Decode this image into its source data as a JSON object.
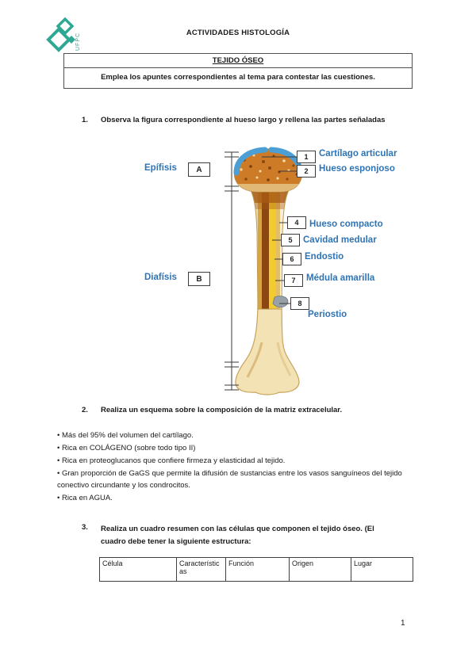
{
  "page": {
    "header_title": "ACTIVIDADES HISTOLOGÍA",
    "logo_text": "UFPC",
    "page_number": "1",
    "accent_blue": "#2E74B5",
    "logo_green": "#2EA893"
  },
  "intro_box": {
    "title": "TEJIDO ÓSEO",
    "instruction": "Emplea los apuntes correspondientes al tema para contestar las cuestiones."
  },
  "q1": {
    "number": "1.",
    "text": "Observa la figura correspondiente al hueso largo y rellena las partes señaladas"
  },
  "figure": {
    "left_labels": [
      {
        "label": "Epífisis",
        "box": "A"
      },
      {
        "label": "Diafísis",
        "box": "B"
      }
    ],
    "right_labels": [
      {
        "num": "1",
        "label": "Cartílago articular"
      },
      {
        "num": "2",
        "label": "Hueso esponjoso"
      },
      {
        "num": "4",
        "label": "Hueso compacto"
      },
      {
        "num": "5",
        "label": "Cavidad medular"
      },
      {
        "num": "6",
        "label": "Endostio"
      },
      {
        "num": "7",
        "label": "Médula amarilla"
      },
      {
        "num": "8",
        "label": "Periostio"
      }
    ],
    "colors": {
      "cartilage_blue": "#4C9FD4",
      "spongy_orange": "#CE7B28",
      "bone_tan": "#F2E2B4",
      "marrow_dark": "#8C4710",
      "medulla_yellow": "#F2CB2E"
    }
  },
  "q2": {
    "number": "2.",
    "text": "Realiza un esquema sobre la composición de la matriz extracelular."
  },
  "bullets": [
    "• Más del 95% del volumen del cartílago.",
    "• Rica en COLÁGENO (sobre todo tipo II)",
    "• Rica en proteoglucanos que confiere firmeza y elasticidad al tejido.",
    "• Gran proporción de GaGS que permite la difusión de sustancias entre los vasos sanguíneos del tejido conectivo circundante y los condrocitos.",
    "• Rica en AGUA."
  ],
  "q3": {
    "number": "3.",
    "line1": "Realiza un cuadro resumen con las células que componen el tejido óseo. (El",
    "line2": "cuadro debe tener la siguiente estructura:"
  },
  "table": {
    "headers": [
      "Célula",
      "Características",
      "Función",
      "Origen",
      "Lugar"
    ]
  }
}
